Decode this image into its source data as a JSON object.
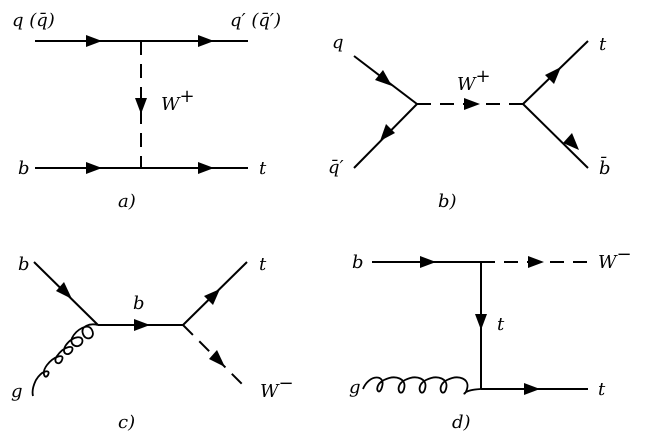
{
  "panel_a": {
    "label_top_left": "q (q̄)",
    "label_top_right": "q′ (q̄′)",
    "label_boson": "W",
    "label_boson_sup": "+",
    "label_bottom_left": "b",
    "label_bottom_right": "t",
    "caption": "a)"
  },
  "panel_b": {
    "label_top_left": "q",
    "label_bottom_left": "q̄′",
    "label_boson": "W",
    "label_boson_sup": "+",
    "label_top_right": "t",
    "label_bottom_right": "b̄",
    "caption": "b)"
  },
  "panel_c": {
    "label_top_left": "b",
    "label_bottom_left": "g",
    "label_propagator": "b",
    "label_top_right": "t",
    "label_bottom_right": "W",
    "label_bottom_right_sup": "−",
    "caption": "c)"
  },
  "panel_d": {
    "label_top_left": "b",
    "label_top_right": "W",
    "label_top_right_sup": "−",
    "label_propagator": "t",
    "label_bottom_left": "g",
    "label_bottom_right": "t",
    "caption": "d)"
  }
}
